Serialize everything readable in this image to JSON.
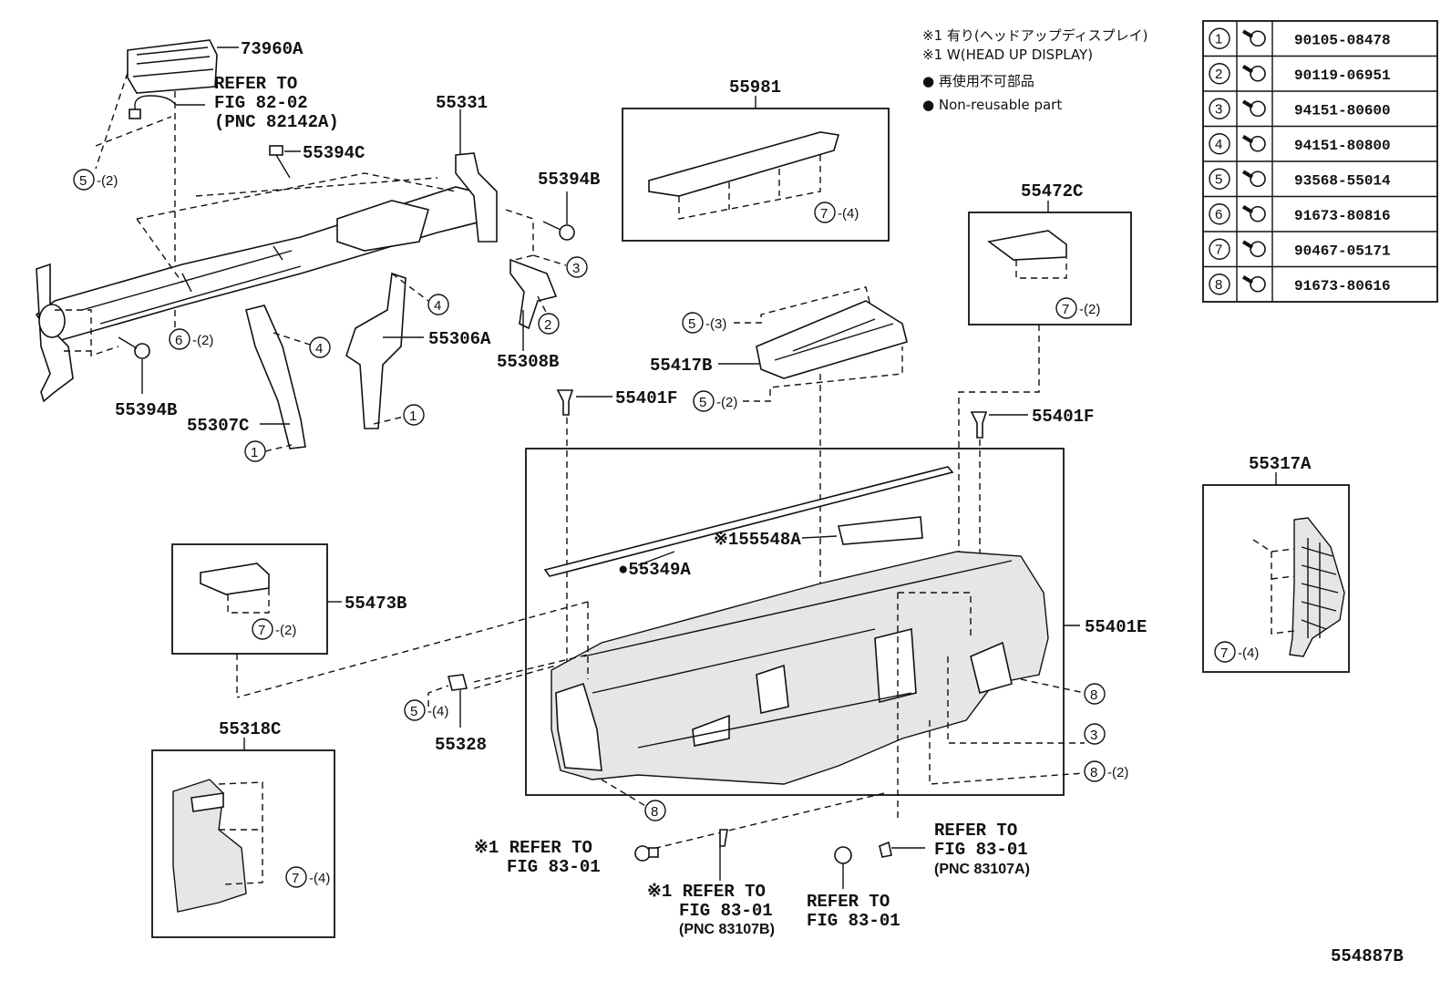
{
  "notes": {
    "line1": "※1 有り(ヘッドアップディスプレイ)",
    "line2": "※1 W(HEAD UP DISPLAY)",
    "line3": "● 再使用不可部品",
    "line4": "● Non-reusable part"
  },
  "fastener_table": [
    {
      "num": "1",
      "part": "90105-08478"
    },
    {
      "num": "2",
      "part": "90119-06951"
    },
    {
      "num": "3",
      "part": "94151-80600"
    },
    {
      "num": "4",
      "part": "94151-80800"
    },
    {
      "num": "5",
      "part": "93568-55014"
    },
    {
      "num": "6",
      "part": "91673-80816"
    },
    {
      "num": "7",
      "part": "90467-05171"
    },
    {
      "num": "8",
      "part": "91673-80616"
    }
  ],
  "labels": {
    "p73960A": "73960A",
    "refer1": "REFER TO",
    "refer1b": "FIG 82-02",
    "refer1c": "(PNC 82142A)",
    "p55331": "55331",
    "p55394C": "55394C",
    "p55394B_top": "55394B",
    "p55306A": "55306A",
    "p55308B": "55308B",
    "p55394B_bot": "55394B",
    "p55307C": "55307C",
    "p55981": "55981",
    "p55472C": "55472C",
    "p55417B": "55417B",
    "p55401F_left": "55401F",
    "p55401F_right": "55401F",
    "p55548A": "※155548A",
    "p55349A": "●55349A",
    "p55401E": "55401E",
    "p55317A": "55317A",
    "p55473B": "55473B",
    "p55328": "55328",
    "p55318C": "55318C",
    "ref_a1": "※1 REFER TO",
    "ref_a2": "FIG 83-01",
    "ref_b1": "※1 REFER TO",
    "ref_b2": "FIG 83-01",
    "ref_b3": "(PNC 83107B)",
    "ref_c1": "REFER TO",
    "ref_c2": "FIG 83-01",
    "ref_d1": "REFER TO",
    "ref_d2": "FIG 83-01",
    "ref_d3": "(PNC 83107A)",
    "diagram_id": "554887B"
  },
  "callouts": {
    "c5_2": "-(2)",
    "c6_2": "-(2)",
    "c7_4a": "-(4)",
    "c7_2a": "-(2)",
    "c5_3": "-(3)",
    "c5_2b": "-(2)",
    "c7_2b": "-(2)",
    "c5_4": "-(4)",
    "c7_4b": "-(4)",
    "c7_4c": "-(4)",
    "c8_2": "-(2)",
    "n1": "1",
    "n2": "2",
    "n3": "3",
    "n4": "4",
    "n5": "5",
    "n6": "6",
    "n7": "7",
    "n8": "8"
  }
}
